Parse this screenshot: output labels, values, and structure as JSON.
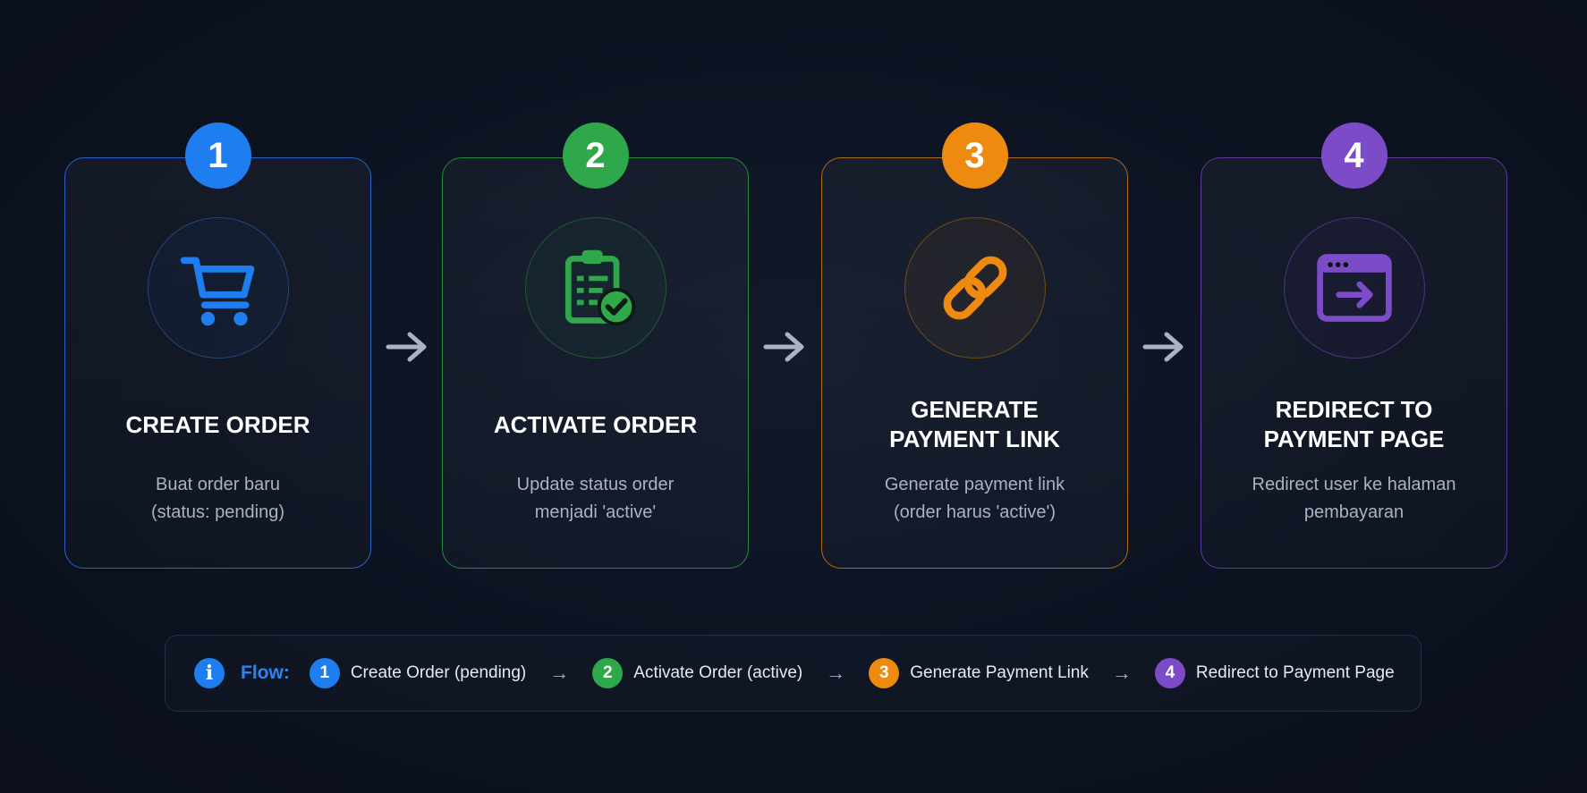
{
  "colors": {
    "blue": "#1e7ef0",
    "green": "#2ea84a",
    "orange": "#ee8a10",
    "purple": "#7c4cc8",
    "arrow": "#aab3c2"
  },
  "steps": [
    {
      "number": "1",
      "title": "CREATE ORDER",
      "description": "Buat order baru\n(status: pending)",
      "icon": "shopping-cart-icon"
    },
    {
      "number": "2",
      "title": "ACTIVATE ORDER",
      "description": "Update status order\nmenjadi 'active'",
      "icon": "clipboard-check-icon"
    },
    {
      "number": "3",
      "title": "GENERATE\nPAYMENT LINK",
      "description": "Generate payment link\n(order harus 'active')",
      "icon": "link-icon"
    },
    {
      "number": "4",
      "title": "REDIRECT TO\nPAYMENT PAGE",
      "description": "Redirect user ke halaman\npembayaran",
      "icon": "browser-redirect-icon"
    }
  ],
  "flow": {
    "icon": "info-icon",
    "label": "Flow:",
    "items": [
      {
        "number": "1",
        "text": "Create Order (pending)"
      },
      {
        "number": "2",
        "text": "Activate Order (active)"
      },
      {
        "number": "3",
        "text": "Generate Payment Link"
      },
      {
        "number": "4",
        "text": "Redirect to Payment Page"
      }
    ],
    "arrow_glyph": "→"
  }
}
